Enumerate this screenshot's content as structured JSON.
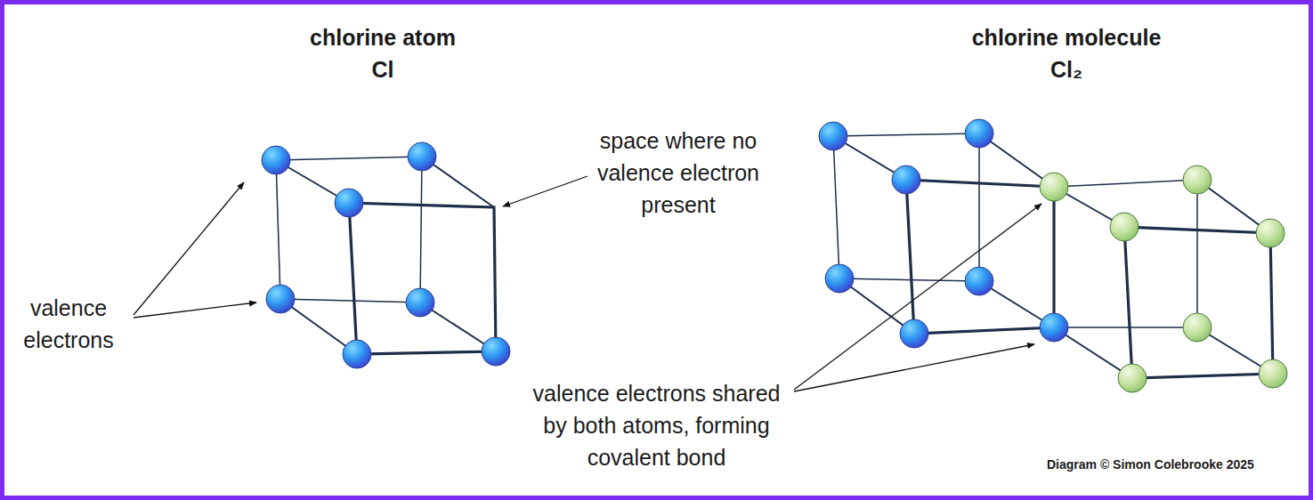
{
  "diagram": {
    "labels": [
      "chlorine atom",
      "Cl",
      "chlorine molecule",
      "Cl₂",
      "space where no valence electron present",
      "valence electrons",
      "valence electrons shared by both atoms, forming covalent bond",
      "Diagram © Simon Colebrooke 2025"
    ]
  }
}
